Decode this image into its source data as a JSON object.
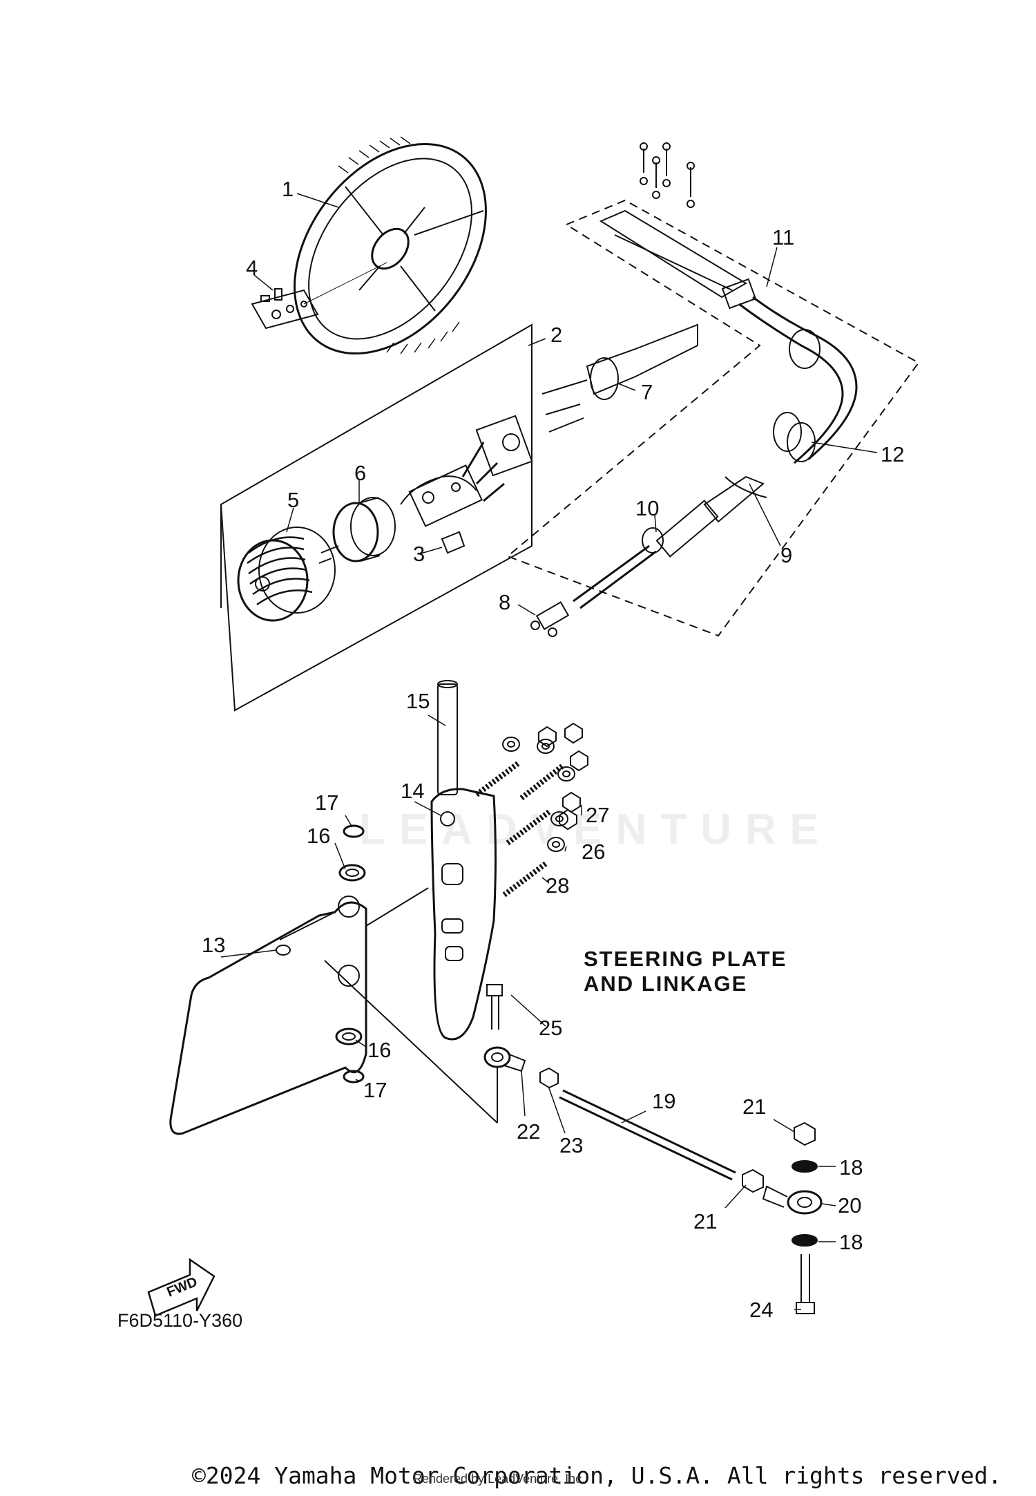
{
  "diagram": {
    "title_line1": "STEERING PLATE",
    "title_line2": "AND LINKAGE",
    "diagram_code": "F6D5110-Y360",
    "fwd_label": "FWD",
    "watermark": "LEADVENTURE",
    "copyright": "©2024 Yamaha Motor Corporation, U.S.A. All rights reserved.",
    "rendered_by": "Rendered by LeadVenture, Inc.",
    "callouts": {
      "c1": "1",
      "c2": "2",
      "c3": "3",
      "c4": "4",
      "c5": "5",
      "c6": "6",
      "c7": "7",
      "c8": "8",
      "c9": "9",
      "c10": "10",
      "c11": "11",
      "c12": "12",
      "c13": "13",
      "c14": "14",
      "c15": "15",
      "c16a": "16",
      "c16b": "16",
      "c17a": "17",
      "c17b": "17",
      "c18a": "18",
      "c18b": "18",
      "c19": "19",
      "c20": "20",
      "c21a": "21",
      "c21b": "21",
      "c22": "22",
      "c23": "23",
      "c24": "24",
      "c25": "25",
      "c26": "26",
      "c27": "27",
      "c28": "28"
    }
  }
}
